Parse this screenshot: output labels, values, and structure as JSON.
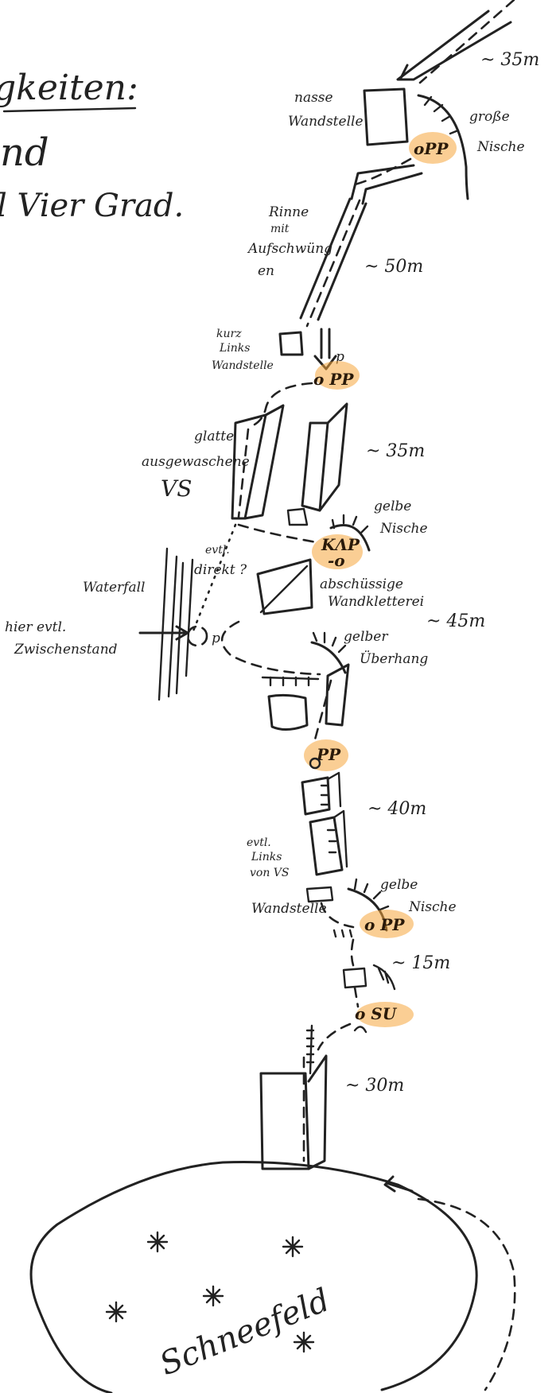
{
  "header": {
    "line1": "gkeiten:",
    "line2": "nd",
    "line3": "l Vier Grad."
  },
  "labels": {
    "nasse_wandstelle": [
      "nasse",
      "Wandstelle"
    ],
    "grosse_nische": [
      "große",
      "Nische"
    ],
    "rinne": [
      "Rinne",
      "mit",
      "Aufschwüng",
      "en"
    ],
    "kurz_links_wandstelle": [
      "kurz",
      "Links",
      "Wandstelle"
    ],
    "glatte_vs": [
      "glatte",
      "ausgewaschene",
      "VS"
    ],
    "gelbe_nische_1": [
      "gelbe",
      "Nische"
    ],
    "evtl_direkt": [
      "evtl.",
      "direkt ?"
    ],
    "waterfall": "Waterfall",
    "abschuessige": [
      "abschüssige",
      "Wandkletterei"
    ],
    "zwischenstand": [
      "hier evtl.",
      "Zwischenstand"
    ],
    "gelber_ueberhang": [
      "gelber",
      "Überhang"
    ],
    "evtl_links_vs": [
      "evtl.",
      "Links",
      "von VS"
    ],
    "wandstelle": "Wandstelle",
    "gelbe_nische_2": [
      "gelbe",
      "Nische"
    ],
    "schneefeld": "Schneefeld"
  },
  "distances": {
    "d35_top": "~ 35m",
    "d50": "~ 50m",
    "d35": "~ 35m",
    "d45": "~ 45m",
    "d40": "~ 40m",
    "d15": "~ 15m",
    "d30": "~ 30m"
  },
  "anchors": {
    "a1": "oPP",
    "a2": "o PP",
    "a3": "KΛP",
    "a3b": "-o",
    "a4": "PP",
    "a5": "o PP",
    "a6": "o SU",
    "p_small": "p",
    "p_mid": "p"
  },
  "colors": {
    "ink": "#222222",
    "highlight": "#f6a63c",
    "paper": "#ffffff"
  }
}
